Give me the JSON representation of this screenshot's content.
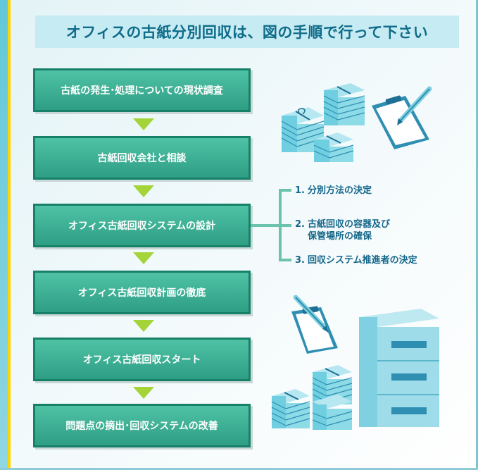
{
  "title": "オフィスの古紙分別回収は、図の手順で行って下さい",
  "steps": [
    "古紙の発生･処理についての現状調査",
    "古紙回収会社と相談",
    "オフィス古紙回収システムの設計",
    "オフィス古紙回収計画の徹底",
    "オフィス古紙回収スタート",
    "問題点の摘出･回収システムの改善"
  ],
  "substeps": [
    {
      "num": "1.",
      "text": "分別方法の決定"
    },
    {
      "num": "2.",
      "line1": "古紙回収の容器及び",
      "line2": "保管場所の確保"
    },
    {
      "num": "3.",
      "text": "回収システム推進者の決定"
    }
  ],
  "colors": {
    "step_fill": "#3fb497",
    "step_border": "#178068",
    "arrow": "#a4d438",
    "title_bg": "#c7ebf2",
    "title_text": "#0e6c8a",
    "substep_text": "#14668a",
    "accent_yellow": "#ffd400"
  },
  "icons": [
    "paper-bundles-icon",
    "clipboard-pen-icon",
    "filing-cabinet-icon"
  ]
}
